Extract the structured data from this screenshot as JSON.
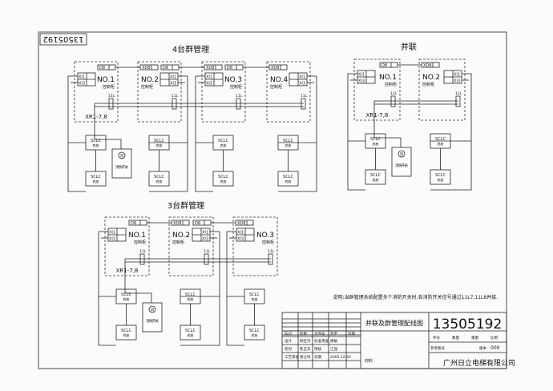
{
  "drawing_number_rotated": "13505192",
  "groups": {
    "four": {
      "title": "4台群管理",
      "cabinets": [
        "NO.1",
        "NO.2",
        "NO.3",
        "NO.4"
      ]
    },
    "parallel": {
      "title": "并联",
      "cabinets": [
        "NO.1",
        "NO.2"
      ]
    },
    "three": {
      "title": "3台群管理",
      "cabinets": [
        "NO.1",
        "NO.2",
        "NO.3"
      ]
    }
  },
  "labels": {
    "d8": "D8",
    "xd8": "XD8",
    "xi1": "XI1",
    "xi3": "XI3",
    "l11": "11L",
    "xr": "XR1-7,8",
    "cabinet": "控制柜",
    "sclc": "SCLC",
    "sclc_sub": "底座",
    "fire_switch": "消防开关",
    "fire_icon": "消"
  },
  "note": "说明:当群管理系统配置多个消防开关时,各消防开关信号通过11L7,11L8并接.",
  "title_block": {
    "title": "并联及群管理配线图",
    "number": "13505192",
    "company": "广州日立电梯有限公司",
    "rev_headers": [
      "标记",
      "处数",
      "文件号",
      "签字",
      "日期"
    ],
    "rows": [
      [
        "设计",
        "柳宝鸿",
        "标准审查",
        "廖敏"
      ],
      [
        "校对",
        "陈玉华",
        "审核",
        "江强"
      ],
      [
        "工艺审核",
        "郭之鸣",
        "日期",
        "2005.12.30"
      ]
    ],
    "material_label": "材料",
    "right_headers": [
      "件号",
      "数量",
      "重量",
      "比例"
    ],
    "ref_label": "参考图号",
    "version_label": "版本",
    "version": "000"
  }
}
